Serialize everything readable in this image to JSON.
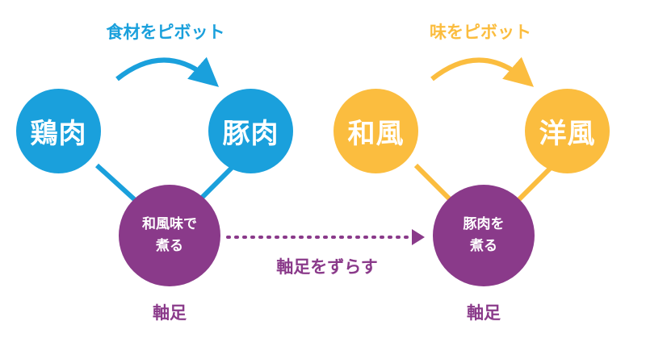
{
  "colors": {
    "blue": "#1aa0dc",
    "orange": "#fbbd3f",
    "purple": "#8a3a8a"
  },
  "left": {
    "title": "食材をピボット",
    "node_a": "鶏肉",
    "node_b": "豚肉",
    "axis_node": {
      "line1": "和風味で",
      "line2": "煮る"
    },
    "axis_label": "軸足"
  },
  "right": {
    "title": "味をピボット",
    "node_a": "和風",
    "node_b": "洋風",
    "axis_node": {
      "line1": "豚肉を",
      "line2": "煮る"
    },
    "axis_label": "軸足"
  },
  "shift_label": "軸足をずらす"
}
